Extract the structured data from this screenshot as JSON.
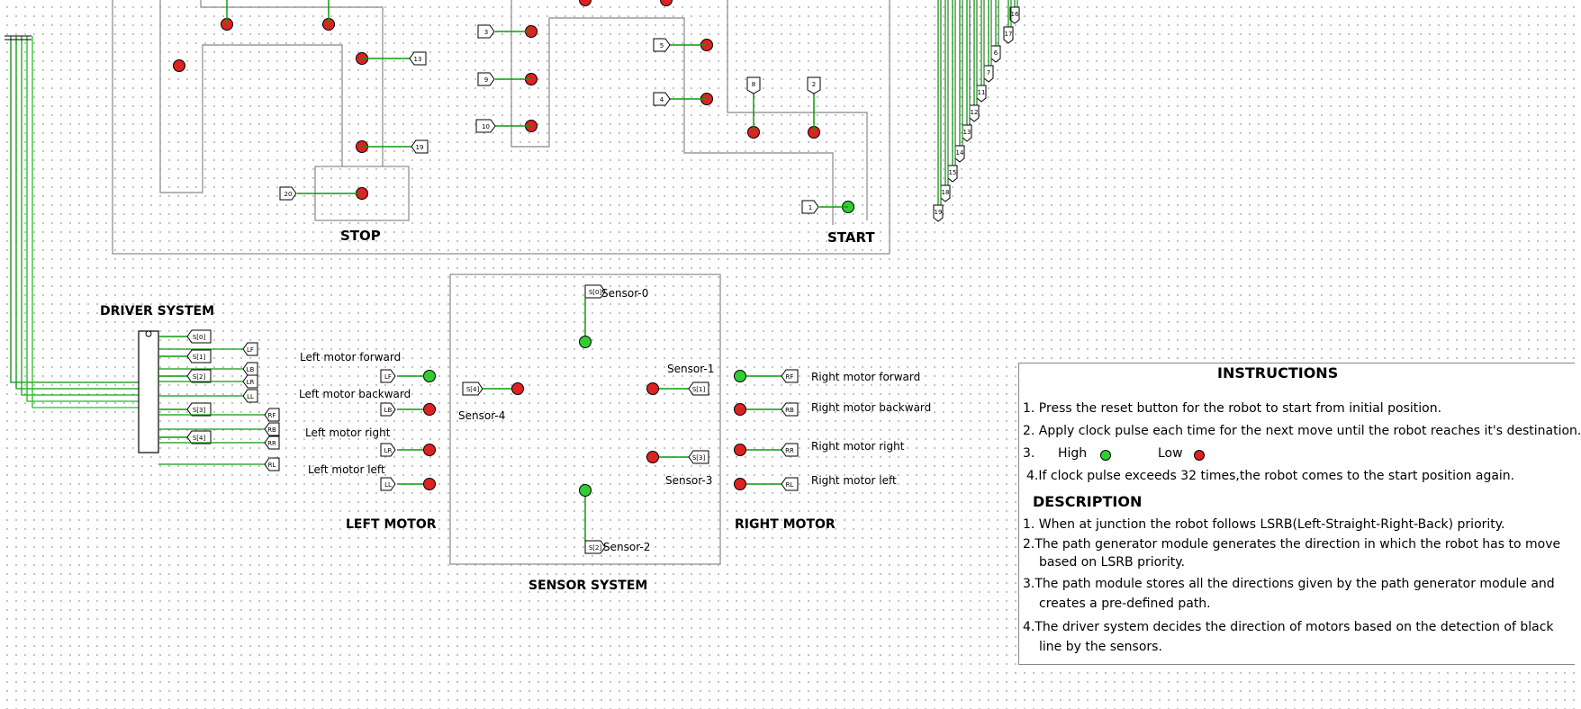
{
  "colors": {
    "high": "#33cc33",
    "low": "#dd2222",
    "wire": "#0b9a0b",
    "gray_wire": "#888888"
  },
  "maze": {
    "stop_label": "STOP",
    "start_label": "START",
    "pins": [
      "3",
      "9",
      "10",
      "5",
      "4",
      "8",
      "2",
      "1",
      "13",
      "19",
      "20",
      "11",
      "12",
      "6",
      "7",
      "14",
      "15",
      "16",
      "17",
      "18"
    ]
  },
  "driver": {
    "title": "DRIVER SYSTEM",
    "inputs": [
      "S[0]",
      "S[1]",
      "S[2]",
      "S[3]",
      "S[4]"
    ],
    "outputs": [
      "LF",
      "LB",
      "LR",
      "LL",
      "RF",
      "RB",
      "RR",
      "RL"
    ]
  },
  "left_motor": {
    "title": "LEFT MOTOR",
    "rows": [
      {
        "label": "Left motor forward",
        "pin": "LF",
        "state": "high"
      },
      {
        "label": "Left motor backward",
        "pin": "LB",
        "state": "low"
      },
      {
        "label": "Left motor right",
        "pin": "LR",
        "state": "low"
      },
      {
        "label": "Left motor left",
        "pin": "LL",
        "state": "low"
      }
    ]
  },
  "right_motor": {
    "title": "RIGHT MOTOR",
    "rows": [
      {
        "label": "Right motor forward",
        "pin": "RF",
        "state": "high"
      },
      {
        "label": "Right motor backward",
        "pin": "RB",
        "state": "low"
      },
      {
        "label": "Right motor right",
        "pin": "RR",
        "state": "low"
      },
      {
        "label": "Right motor left",
        "pin": "RL",
        "state": "low"
      }
    ]
  },
  "sensor_system": {
    "title": "SENSOR SYSTEM",
    "sensors": [
      {
        "label": "Sensor-0",
        "pin": "S[0]",
        "state": "high"
      },
      {
        "label": "Sensor-1",
        "pin": "S[1]",
        "state": "low"
      },
      {
        "label": "Sensor-2",
        "pin": "S[2]",
        "state": "high"
      },
      {
        "label": "Sensor-3",
        "pin": "S[3]",
        "state": "low"
      },
      {
        "label": "Sensor-4",
        "pin": "S[4]",
        "state": "low"
      }
    ]
  },
  "instructions": {
    "title": "INSTRUCTIONS",
    "items": [
      "1. Press the reset button for the robot to start from initial position.",
      "2. Apply clock pulse each time for the next move until the robot reaches it's destination.",
      "3.",
      "4.If clock pulse exceeds 32 times,the robot comes to the start position again."
    ],
    "high_label": "High",
    "low_label": "Low"
  },
  "description": {
    "title": "DESCRIPTION",
    "items": [
      "1. When at junction the robot follows LSRB(Left-Straight-Right-Back) priority.",
      "2.The path generator module generates the direction in which the robot has to move",
      "based on LSRB priority.",
      "3.The path module stores all the directions given by the path generator module and",
      "creates a pre-defined path.",
      "4.The driver system decides the direction of motors based on the detection of black",
      "line by the sensors."
    ]
  }
}
